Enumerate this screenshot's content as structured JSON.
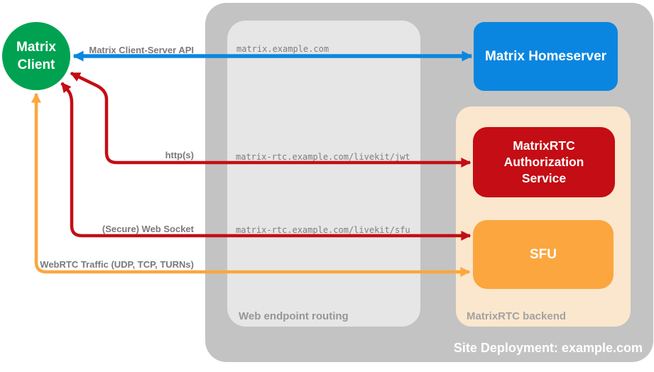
{
  "diagram": {
    "client": {
      "line1": "Matrix",
      "line2": "Client"
    },
    "homeserver": {
      "label": "Matrix Homeserver"
    },
    "routing": {
      "title": "Web endpoint routing",
      "endpoints": [
        "matrix.example.com",
        "matrix-rtc.example.com/livekit/jwt",
        "matrix-rtc.example.com/livekit/sfu"
      ]
    },
    "backend": {
      "title": "MatrixRTC backend",
      "auth_service": {
        "label": "MatrixRTC Authorization Service"
      },
      "sfu": {
        "label": "SFU"
      }
    },
    "site": {
      "title": "Site Deployment: example.com"
    },
    "connections": [
      {
        "label": "Matrix Client-Server API",
        "from": "Matrix Client",
        "to": "Matrix Homeserver",
        "color": "#0b86e0",
        "direction": "bidirectional"
      },
      {
        "label": "http(s)",
        "from": "Matrix Client",
        "to": "MatrixRTC Authorization Service",
        "color": "#c40d14",
        "direction": "bidirectional"
      },
      {
        "label": "(Secure) Web Socket",
        "from": "Matrix Client",
        "to": "SFU",
        "color": "#c40d14",
        "direction": "bidirectional"
      },
      {
        "label": "WebRTC Traffic (UDP, TCP, TURNs)",
        "from": "Matrix Client",
        "to": "SFU",
        "color": "#fba63f",
        "direction": "bidirectional"
      }
    ],
    "palette": {
      "client_green": "#00a251",
      "homeserver_blue": "#0b86e0",
      "auth_red": "#c40d14",
      "sfu_orange": "#fba63f",
      "backend_peach": "#fbe7cd",
      "site_gray": "#c3c3c3",
      "routing_gray": "#e6e6e6",
      "label_gray": "#7a7a7a",
      "background": "#ffffff"
    }
  }
}
